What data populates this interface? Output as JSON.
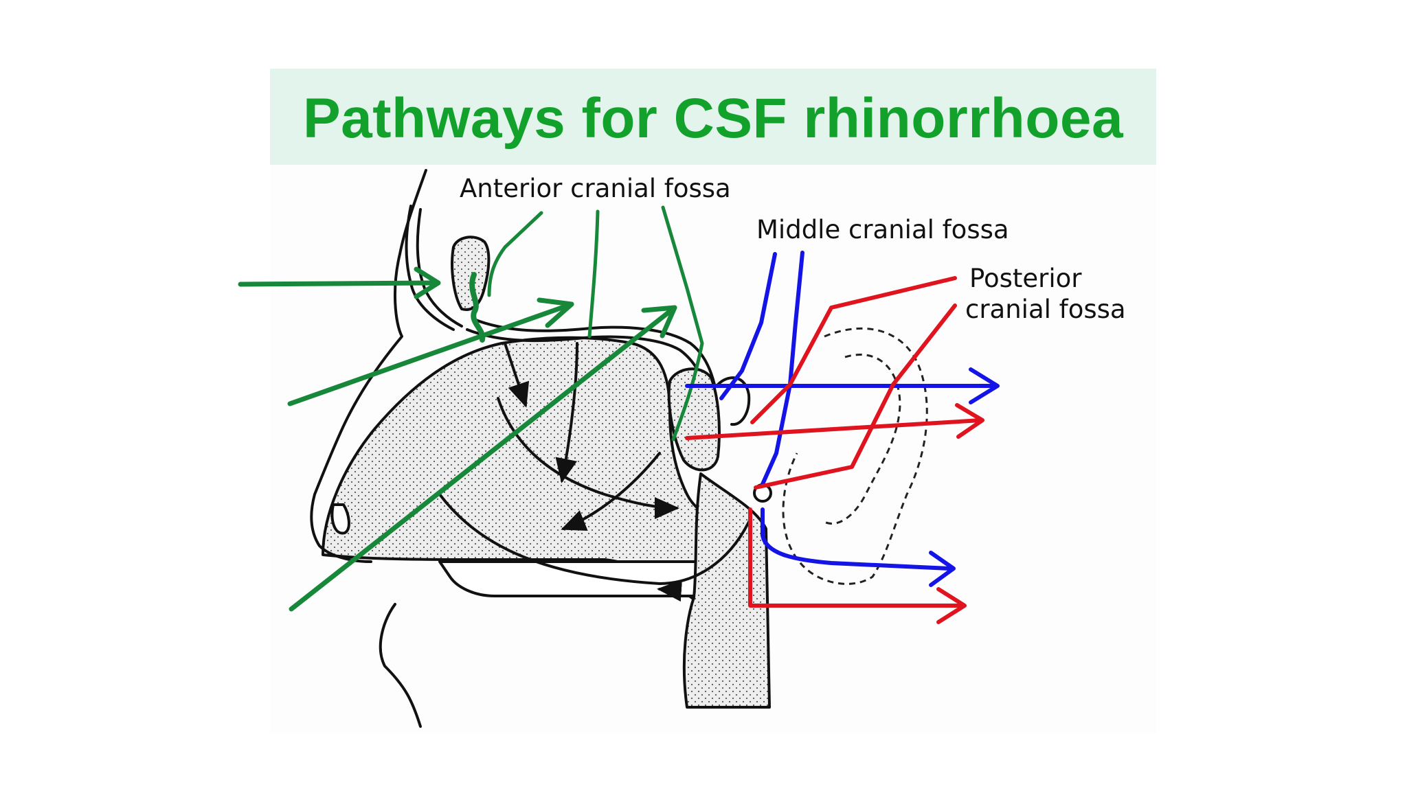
{
  "title": "Pathways for CSF rhinorrhoea",
  "labels": {
    "anterior": "Anterior cranial fossa",
    "middle": "Middle cranial fossa",
    "posterior_line1": "Posterior",
    "posterior_line2": "cranial fossa"
  },
  "colors": {
    "title": "#12a12a",
    "title_band": "#e2f4ec",
    "anterior_pathway": "#17873a",
    "middle_pathway": "#1414e6",
    "posterior_pathway": "#e0141e",
    "anatomy_line": "#111111"
  }
}
